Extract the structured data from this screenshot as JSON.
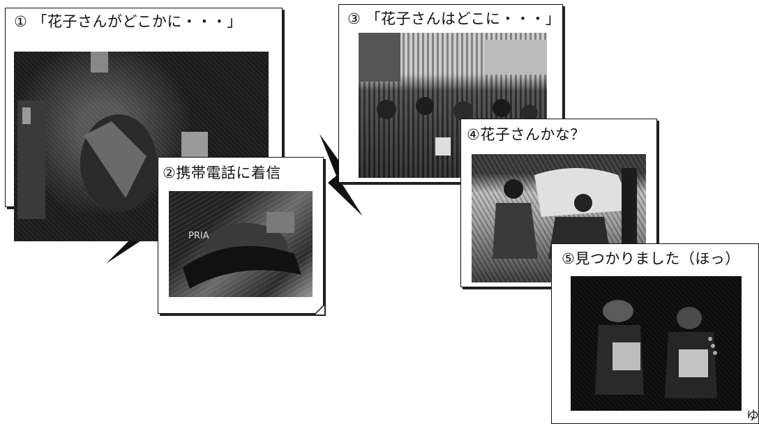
{
  "panels": [
    {
      "caption": "① 「花子さんがどこかに・・・」"
    },
    {
      "caption": "②携帯電話に着信"
    },
    {
      "caption": "③ 「花子さんはどこに・・・」"
    },
    {
      "caption": "④花子さんかな？"
    },
    {
      "caption": "⑤見つかりました（ほっ）"
    }
  ],
  "corner_fragment": "ゆ"
}
